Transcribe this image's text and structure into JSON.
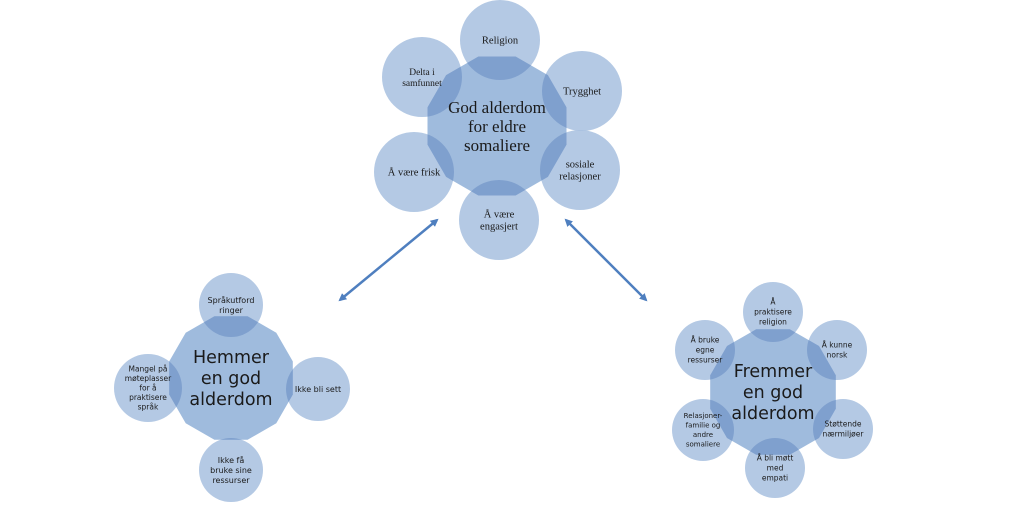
{
  "colors": {
    "circle": "#A7BFDF",
    "center": "#9FBBDD",
    "overlap": "#7FA0CE",
    "arrow": "#4F7FBF",
    "text": "#1a1a1a"
  },
  "diagrams": {
    "top": {
      "center": [
        "God alderdom",
        "for eldre",
        "somaliere"
      ],
      "satellites": [
        [
          "Religion"
        ],
        [
          "Trygghet"
        ],
        [
          "sosiale",
          "relasjoner"
        ],
        [
          "Å være",
          "engasjert"
        ],
        [
          "Å være frisk"
        ],
        [
          "Delta i",
          "samfunnet"
        ]
      ]
    },
    "left": {
      "center": [
        "Hemmer",
        "en god",
        "alderdom"
      ],
      "satellites": [
        [
          "Språkutford",
          "ringer"
        ],
        [
          "Ikke bli sett"
        ],
        [
          "Ikke få",
          "bruke sine",
          "ressurser"
        ],
        [
          "Mangel på",
          "møteplasser",
          "for å",
          "praktisere",
          "språk"
        ]
      ]
    },
    "right": {
      "center": [
        "Fremmer",
        "en god",
        "alderdom"
      ],
      "satellites": [
        [
          "Å",
          "praktisere",
          "religion"
        ],
        [
          "Å kunne",
          "norsk"
        ],
        [
          "Støttende",
          "nærmiljøer"
        ],
        [
          "Å bli møtt",
          "med",
          "empati"
        ],
        [
          "Relasjoner-",
          "familie og",
          "andre",
          "somaliere"
        ],
        [
          "Å bruke",
          "egne",
          "ressurser"
        ]
      ]
    }
  }
}
